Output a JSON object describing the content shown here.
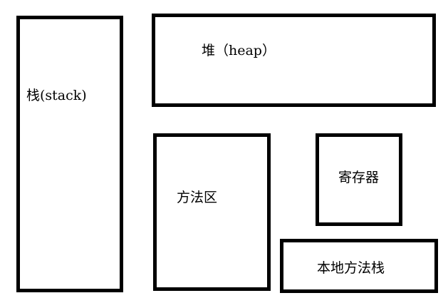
{
  "diagram": {
    "boxes": [
      {
        "id": "stack",
        "label": "栈(stack)"
      },
      {
        "id": "heap",
        "label": "堆（heap）"
      },
      {
        "id": "method-area",
        "label": "方法区"
      },
      {
        "id": "register",
        "label": "寄存器"
      },
      {
        "id": "native-method-stack",
        "label": "本地方法栈"
      }
    ],
    "colors": {
      "border": "#000000",
      "background": "#ffffff",
      "text": "#000000"
    }
  }
}
